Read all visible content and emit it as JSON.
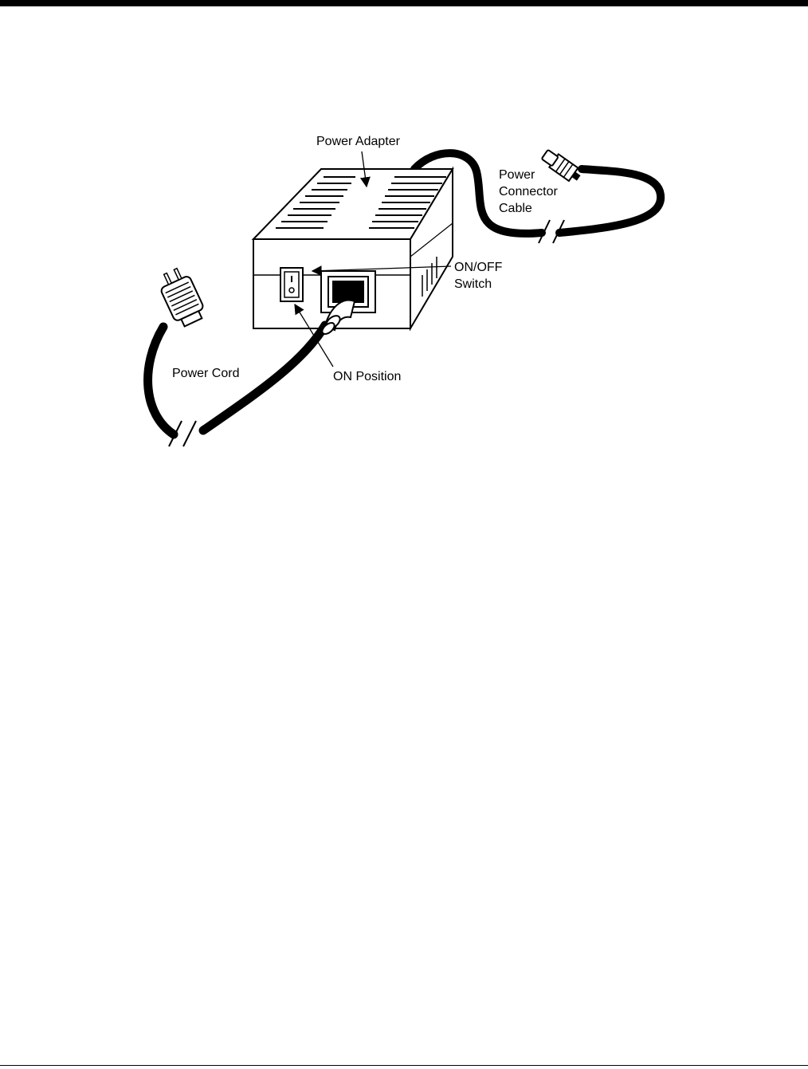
{
  "labels": {
    "power_adapter": "Power Adapter",
    "power_connector_cable": [
      "Power",
      "Connector",
      "Cable"
    ],
    "on_off_switch": [
      "ON/OFF",
      "Switch"
    ],
    "power_cord": "Power Cord",
    "on_position": "ON Position"
  },
  "icons": [
    "ac-plug-icon",
    "barrel-connector-icon",
    "rocker-switch-icon",
    "power-inlet-icon"
  ],
  "colors": {
    "ink": "#000000",
    "paper": "#ffffff"
  }
}
